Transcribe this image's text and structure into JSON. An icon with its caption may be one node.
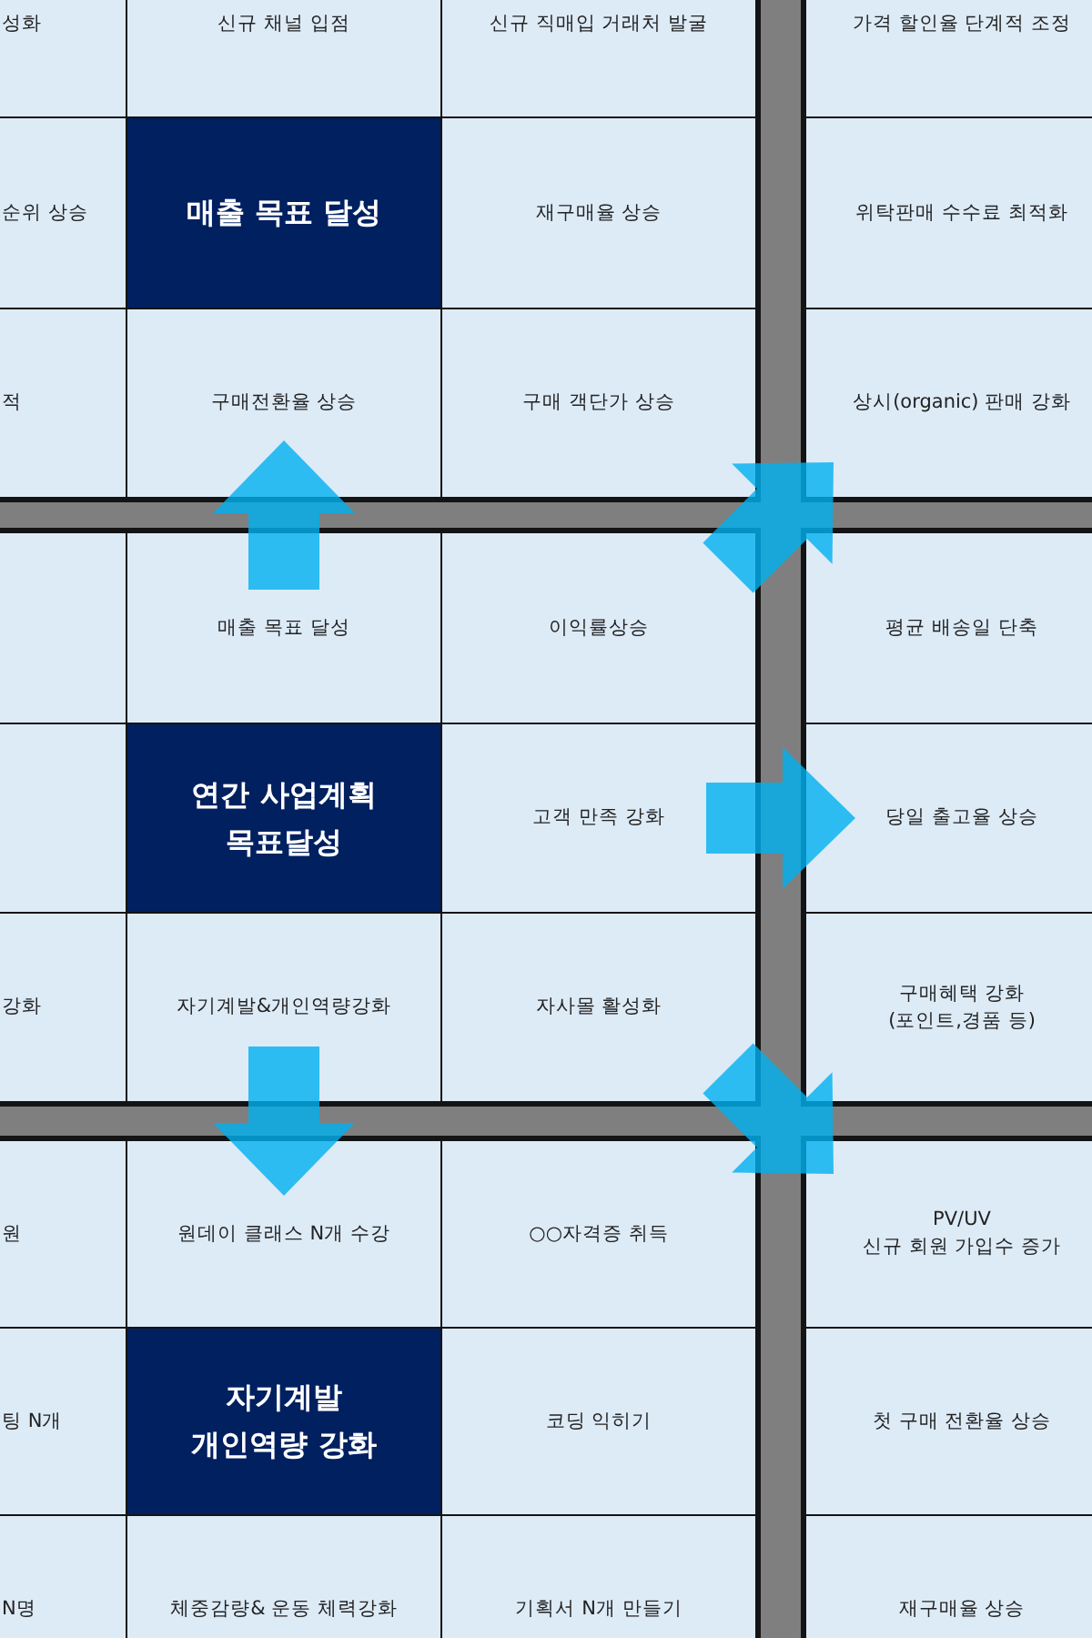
{
  "diagram": {
    "nodes": [
      {
        "text": [
          "성화"
        ]
      },
      {
        "text": [
          "신규 채널 입점"
        ]
      },
      {
        "text": [
          "신규 직매입 거래처 발굴"
        ]
      },
      {
        "text": [
          "가격 할인율 단계적 조정"
        ]
      },
      {
        "text": [
          "순위 상승"
        ]
      },
      {
        "text": [
          "매출 목표 달성"
        ]
      },
      {
        "text": [
          "재구매율 상승"
        ]
      },
      {
        "text": [
          "위탁판매 수수료 최적화"
        ]
      },
      {
        "text": [
          "적"
        ]
      },
      {
        "text": [
          "구매전환율 상승"
        ]
      },
      {
        "text": [
          "구매 객단가 상승"
        ]
      },
      {
        "text": [
          "상시(organic) 판매 강화"
        ]
      },
      {
        "text": [],
        "shape": "box"
      },
      {
        "text": [
          "매출 목표 달성"
        ]
      },
      {
        "text": [
          "이익률상승"
        ]
      },
      {
        "text": [
          "평균 배송일 단축"
        ]
      },
      {
        "text": [],
        "shape": "box"
      },
      {
        "text": [
          "연간 사업계획 목표달성"
        ]
      },
      {
        "text": [
          "고객 만족 강화"
        ]
      },
      {
        "text": [
          "당일 출고율 상승"
        ]
      },
      {
        "text": [
          "강화"
        ]
      },
      {
        "text": [
          "자기계발&개인역량강화"
        ]
      },
      {
        "text": [
          "자사몰 활성화"
        ]
      },
      {
        "text": [
          "구매혜택 강화 (포인트,경품 등)"
        ]
      },
      {
        "text": [
          "원"
        ]
      },
      {
        "text": [
          "원데이 클래스 N개 수강"
        ]
      },
      {
        "text": [
          "○○자격증 취득"
        ]
      },
      {
        "text": [
          "PV/UV",
          "신규 회원 가입수 증가"
        ]
      },
      {
        "text": [
          "팅 N개"
        ]
      },
      {
        "text": [
          "자기계발 개인역량 강화"
        ]
      },
      {
        "text": [
          "코딩 익히기"
        ]
      },
      {
        "text": [
          "첫 구매 전환율 상승"
        ]
      },
      {
        "text": [
          "N명"
        ]
      },
      {
        "text": [
          "체중감량& 운동 체력강화"
        ]
      },
      {
        "text": [
          "기획서 N개 만들기"
        ]
      },
      {
        "text": [
          "재구매율 상승"
        ]
      }
    ],
    "edges": [
      {
        "from": 13,
        "to": 9,
        "arrow": "to"
      },
      {
        "from": 14,
        "to": 11,
        "arrow": "to"
      },
      {
        "from": 18,
        "to": 19,
        "arrow": "to"
      },
      {
        "from": 22,
        "to": 27,
        "arrow": "to"
      },
      {
        "from": 21,
        "to": 25,
        "arrow": "to"
      }
    ]
  }
}
